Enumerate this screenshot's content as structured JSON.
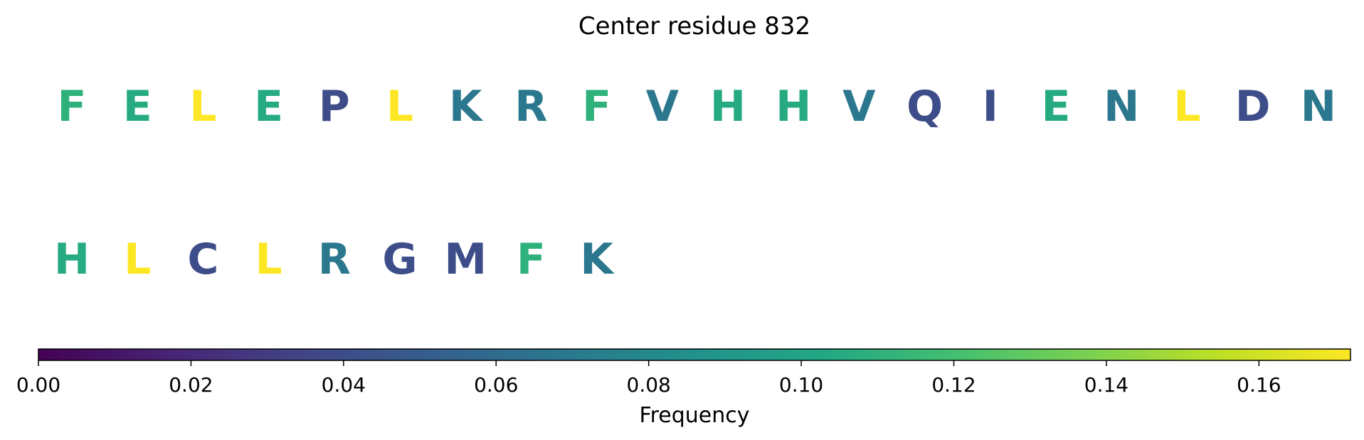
{
  "chart_data": {
    "type": "sequence-colormap",
    "title": "Center residue 832",
    "rows": [
      [
        {
          "letter": "F",
          "value": 0.11
        },
        {
          "letter": "E",
          "value": 0.105
        },
        {
          "letter": "L",
          "value": 0.172
        },
        {
          "letter": "E",
          "value": 0.105
        },
        {
          "letter": "P",
          "value": 0.04
        },
        {
          "letter": "L",
          "value": 0.172
        },
        {
          "letter": "K",
          "value": 0.068
        },
        {
          "letter": "R",
          "value": 0.068
        },
        {
          "letter": "F",
          "value": 0.11
        },
        {
          "letter": "V",
          "value": 0.068
        },
        {
          "letter": "H",
          "value": 0.105
        },
        {
          "letter": "H",
          "value": 0.105
        },
        {
          "letter": "V",
          "value": 0.068
        },
        {
          "letter": "Q",
          "value": 0.04
        },
        {
          "letter": "I",
          "value": 0.04
        },
        {
          "letter": "E",
          "value": 0.105
        },
        {
          "letter": "N",
          "value": 0.068
        },
        {
          "letter": "L",
          "value": 0.172
        },
        {
          "letter": "D",
          "value": 0.04
        },
        {
          "letter": "N",
          "value": 0.068
        }
      ],
      [
        {
          "letter": "H",
          "value": 0.105
        },
        {
          "letter": "L",
          "value": 0.172
        },
        {
          "letter": "C",
          "value": 0.04
        },
        {
          "letter": "L",
          "value": 0.172
        },
        {
          "letter": "R",
          "value": 0.068
        },
        {
          "letter": "G",
          "value": 0.04
        },
        {
          "letter": "M",
          "value": 0.04
        },
        {
          "letter": "F",
          "value": 0.11
        },
        {
          "letter": "K",
          "value": 0.068
        }
      ]
    ],
    "colorbar": {
      "colormap": "viridis",
      "range": [
        0,
        0.172
      ],
      "ticks": [
        "0.00",
        "0.02",
        "0.04",
        "0.06",
        "0.08",
        "0.10",
        "0.12",
        "0.14",
        "0.16"
      ],
      "label": "Frequency"
    }
  }
}
